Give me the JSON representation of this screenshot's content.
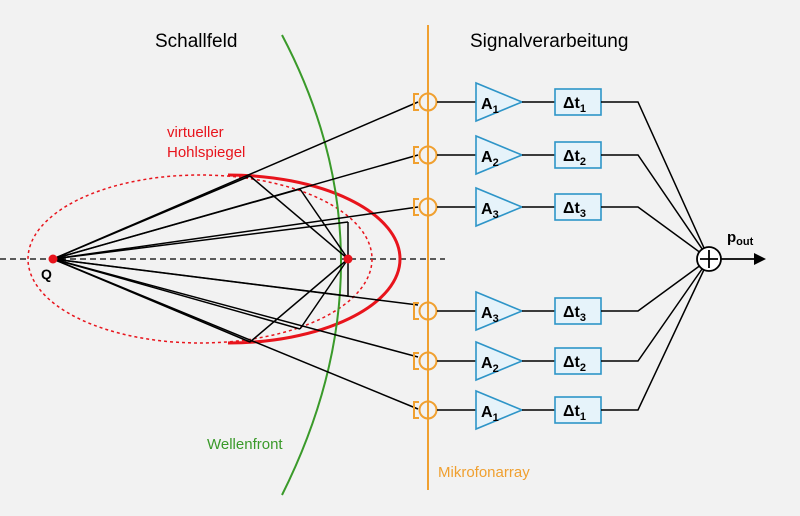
{
  "labels": {
    "schallfeld": "Schallfeld",
    "signalverarbeitung": "Signalverarbeitung",
    "virtueller": "virtueller",
    "hohlspiegel": "Hohlspiegel",
    "wellenfront": "Wellenfront",
    "mikrofonarray": "Mikrofonarray",
    "source": "Q",
    "output_main": "p",
    "output_sub": "out"
  },
  "channels": [
    {
      "amp_main": "A",
      "amp_sub": "1",
      "delay_main": "Δt",
      "delay_sub": "1"
    },
    {
      "amp_main": "A",
      "amp_sub": "2",
      "delay_main": "Δt",
      "delay_sub": "2"
    },
    {
      "amp_main": "A",
      "amp_sub": "3",
      "delay_main": "Δt",
      "delay_sub": "3"
    },
    {
      "amp_main": "A",
      "amp_sub": "3",
      "delay_main": "Δt",
      "delay_sub": "3"
    },
    {
      "amp_main": "A",
      "amp_sub": "2",
      "delay_main": "Δt",
      "delay_sub": "2"
    },
    {
      "amp_main": "A",
      "amp_sub": "1",
      "delay_main": "Δt",
      "delay_sub": "1"
    }
  ],
  "colors": {
    "background": "#f2f2f2",
    "mirror": "#e8141c",
    "wavefront": "#3a9a2a",
    "microphone": "#f0a030",
    "amplifier": "#2e95c8",
    "amplifier_fill": "#e6f3fa",
    "line": "#000000"
  }
}
